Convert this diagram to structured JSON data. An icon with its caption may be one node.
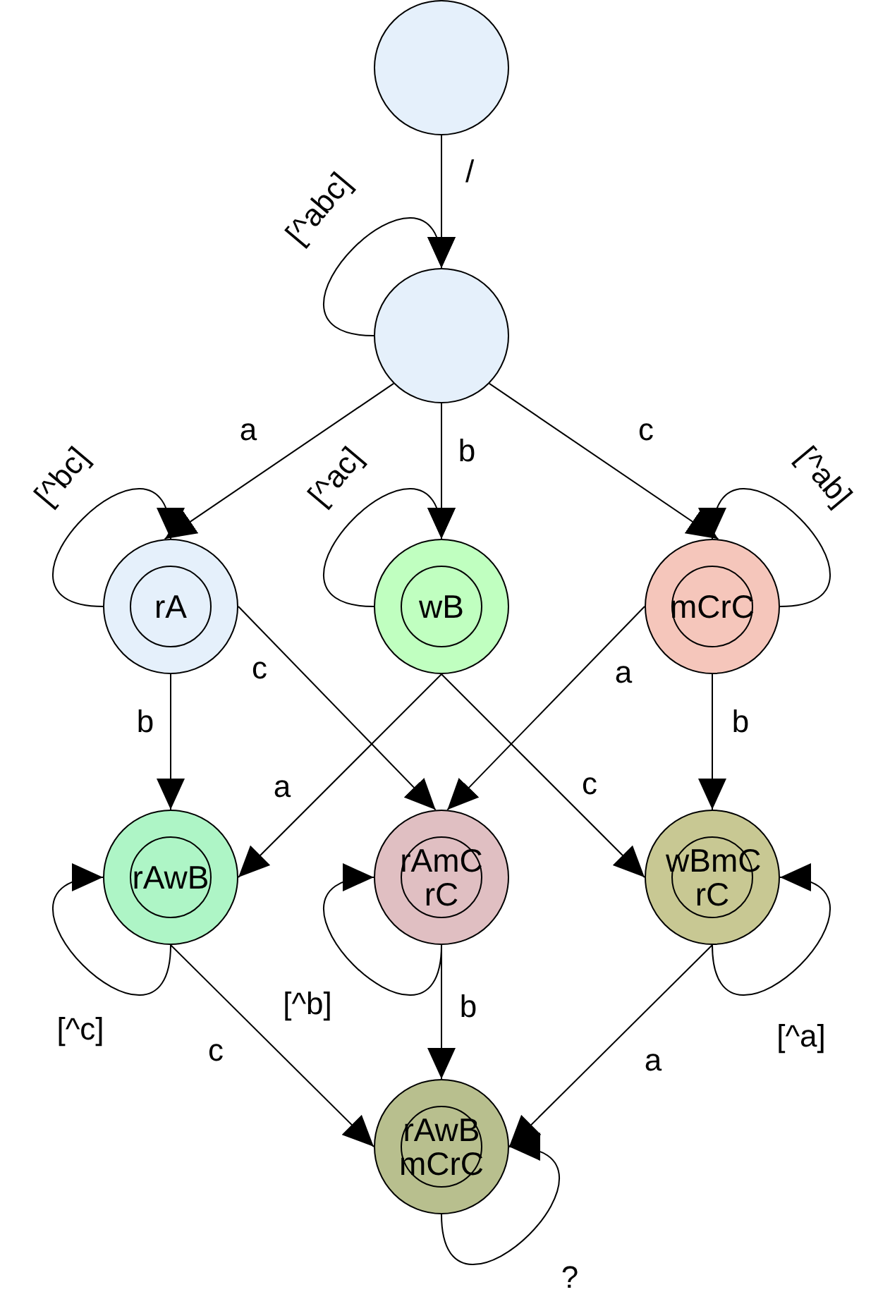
{
  "diagram": {
    "nodes": [
      {
        "text": [],
        "shape": "circle"
      },
      {
        "text": [],
        "shape": "circle"
      },
      {
        "text": [
          "rA"
        ]
      },
      {
        "text": [
          "wB"
        ]
      },
      {
        "text": [
          "mCrC"
        ]
      },
      {
        "text": [
          "rAwB"
        ]
      },
      {
        "text": [
          "rAmC rC"
        ]
      },
      {
        "text": [
          "wBmC rC"
        ]
      },
      {
        "text": [
          "rAwB mCrC"
        ]
      }
    ],
    "edges": [
      {
        "from": 0,
        "to": 1,
        "arrow": "to",
        "label": "/"
      },
      {
        "from": 1,
        "to": 1,
        "arrow": "to",
        "label": "[^abc]"
      },
      {
        "from": 1,
        "to": 2,
        "arrow": "to",
        "label": "a"
      },
      {
        "from": 1,
        "to": 3,
        "arrow": "to",
        "label": "b"
      },
      {
        "from": 1,
        "to": 4,
        "arrow": "to",
        "label": "c"
      },
      {
        "from": 2,
        "to": 2,
        "arrow": "to",
        "label": "[^bc]"
      },
      {
        "from": 3,
        "to": 3,
        "arrow": "to",
        "label": "[^ac]"
      },
      {
        "from": 4,
        "to": 4,
        "arrow": "to",
        "label": "[^ab]"
      },
      {
        "from": 2,
        "to": 5,
        "arrow": "to",
        "label": "b"
      },
      {
        "from": 2,
        "to": 6,
        "arrow": "to",
        "label": "c"
      },
      {
        "from": 3,
        "to": 5,
        "arrow": "to",
        "label": "a"
      },
      {
        "from": 3,
        "to": 7,
        "arrow": "to",
        "label": "c"
      },
      {
        "from": 4,
        "to": 6,
        "arrow": "to",
        "label": "a"
      },
      {
        "from": 4,
        "to": 7,
        "arrow": "to",
        "label": "b"
      },
      {
        "from": 5,
        "to": 5,
        "arrow": "to",
        "label": "[^c]"
      },
      {
        "from": 6,
        "to": 6,
        "arrow": "to",
        "label": "[^b]"
      },
      {
        "from": 7,
        "to": 7,
        "arrow": "to",
        "label": "[^a]"
      },
      {
        "from": 5,
        "to": 8,
        "arrow": "to",
        "label": "c"
      },
      {
        "from": 6,
        "to": 8,
        "arrow": "to",
        "label": "b"
      },
      {
        "from": 7,
        "to": 8,
        "arrow": "to",
        "label": "a"
      },
      {
        "from": 8,
        "to": 8,
        "arrow": "to",
        "label": "?"
      }
    ]
  }
}
